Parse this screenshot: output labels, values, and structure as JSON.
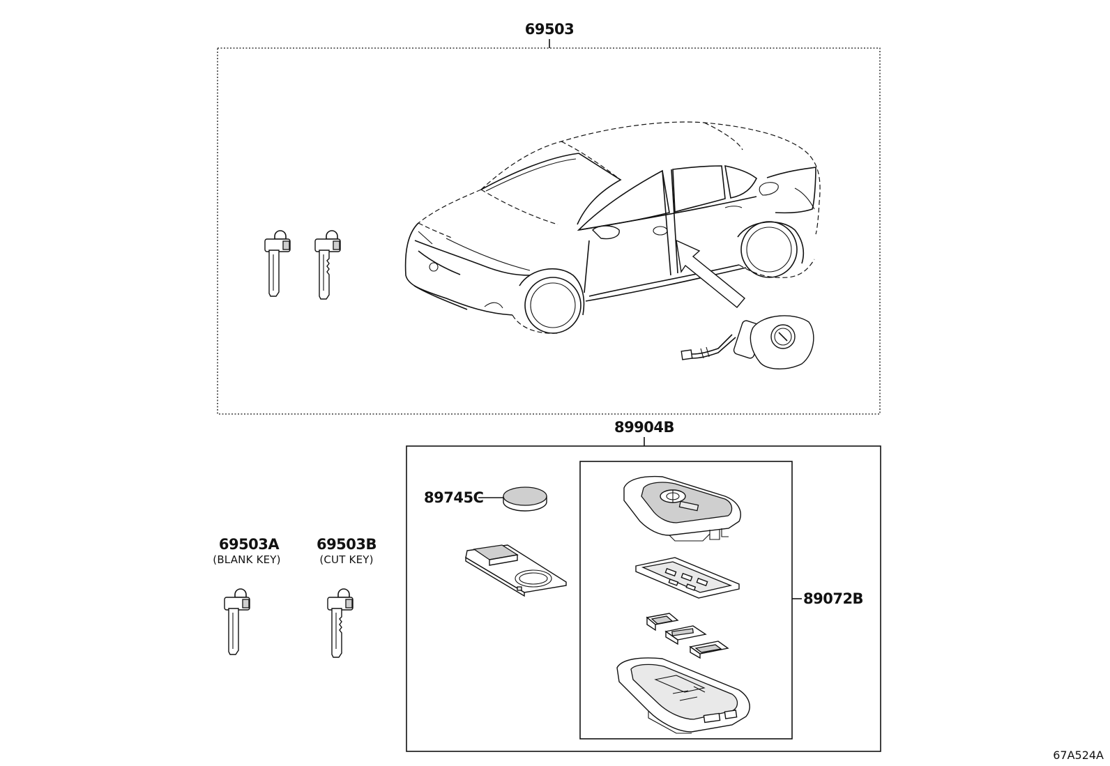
{
  "labels": {
    "assembly": "69503",
    "key_blank": "69503A",
    "key_blank_note": "(BLANK KEY)",
    "key_cut": "69503B",
    "key_cut_note": "(CUT KEY)",
    "transmitter_set": "89904B",
    "battery": "89745C",
    "case_assembly": "89072B",
    "diagram_code": "67A524A"
  },
  "colors": {
    "line": "#111111",
    "fill_gray": "#cfcfcf",
    "background": "#ffffff"
  },
  "icons": [
    "car-illustration",
    "key-icon",
    "lock-cylinder-icon",
    "battery-icon",
    "circuit-board-icon",
    "key-fob-icon",
    "arrow-icon"
  ]
}
